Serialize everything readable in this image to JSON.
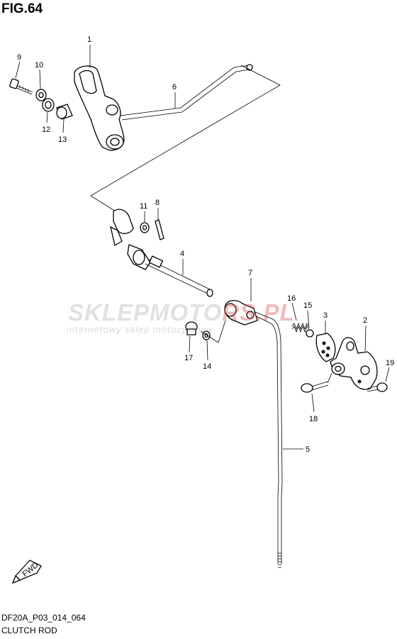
{
  "figure": {
    "title": "FIG.64",
    "code": "DF20A_P03_014_064",
    "name": "CLUTCH ROD"
  },
  "watermark": {
    "brand_gray": "SKLEPMOTO",
    "brand_red": "RS.PL",
    "tagline": "internetowy sklep motocyklowy"
  },
  "direction_badge": "FWD",
  "callouts": {
    "p1": "1",
    "p2": "2",
    "p3": "3",
    "p4": "4",
    "p5": "5",
    "p6": "6",
    "p7": "7",
    "p8": "8",
    "p9": "9",
    "p10": "10",
    "p11": "11",
    "p12": "12",
    "p13": "13",
    "p14": "14",
    "p15": "15",
    "p16": "16",
    "p17": "17",
    "p18": "18",
    "p19": "19"
  },
  "colors": {
    "line": "#000000",
    "watermark_gray": "#aaaaaa",
    "watermark_red": "#d73c3c"
  }
}
